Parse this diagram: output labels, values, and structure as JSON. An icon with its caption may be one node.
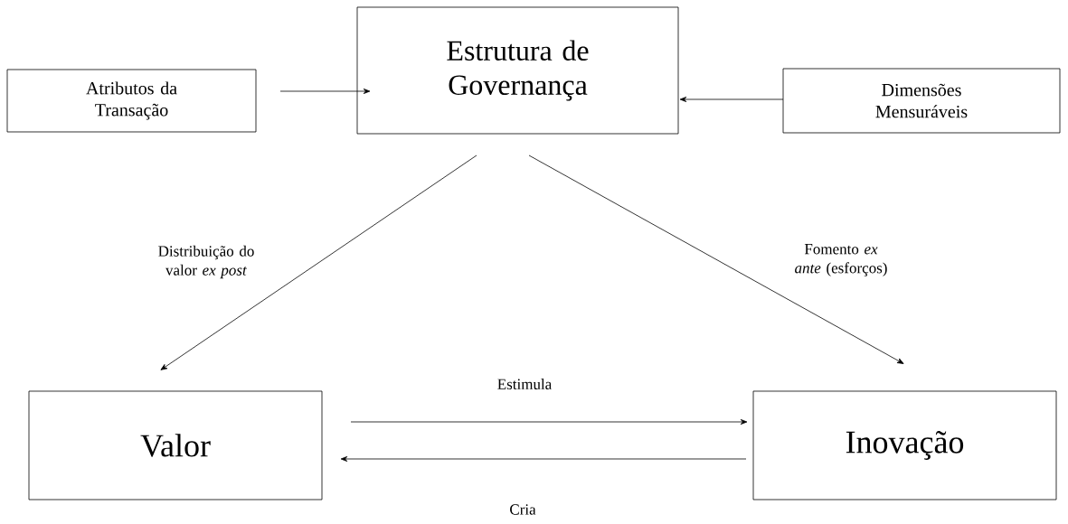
{
  "diagram": {
    "nodes": [
      {
        "text": [
          "Atributos da Transação"
        ]
      },
      {
        "text": [
          "Estrutura de Governança"
        ]
      },
      {
        "text": [
          "Dimensões Mensuráveis"
        ]
      },
      {
        "text": [
          "Valor"
        ]
      },
      {
        "text": [
          "Inovação"
        ]
      }
    ],
    "edges": [
      {
        "from": 0,
        "to": 1,
        "arrow": "to"
      },
      {
        "from": 2,
        "to": 1,
        "arrow": "to"
      },
      {
        "from": 1,
        "to": 3,
        "arrow": "to",
        "label": "Distribuição do valor *ex post*"
      },
      {
        "from": 1,
        "to": 4,
        "arrow": "to",
        "label": "Fomento *ex ante* (esforços)"
      },
      {
        "from": 3,
        "to": 4,
        "arrow": "to",
        "label": "Estimula"
      },
      {
        "from": 4,
        "to": 3,
        "arrow": "to",
        "label": "Cria"
      }
    ]
  }
}
